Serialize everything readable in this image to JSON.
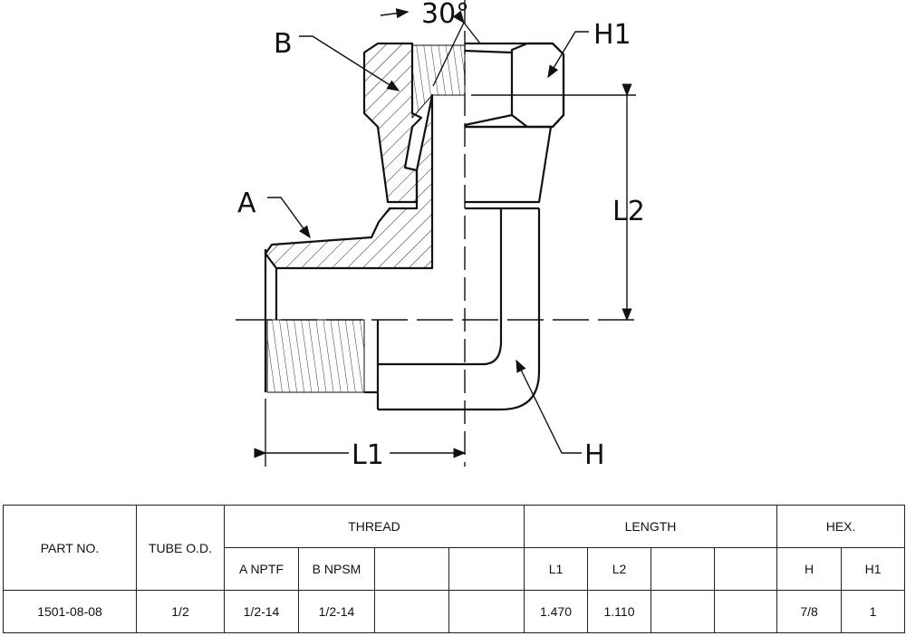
{
  "diagram": {
    "labels": {
      "angle": "30°",
      "b": "B",
      "a": "A",
      "h1": "H1",
      "l2": "L2",
      "l1": "L1",
      "h": "H"
    }
  },
  "table": {
    "headers": {
      "part_no": "PART NO.",
      "tube_od": "TUBE O.D.",
      "thread": "THREAD",
      "length": "LENGTH",
      "hex": "HEX.",
      "a_nptf": "A NPTF",
      "b_npsm": "B NPSM",
      "l1": "L1",
      "l2": "L2",
      "h": "H",
      "h1": "H1"
    },
    "rows": [
      {
        "part_no": "1501-08-08",
        "tube_od": "1/2",
        "a_nptf": "1/2-14",
        "b_npsm": "1/2-14",
        "l1": "1.470",
        "l2": "1.110",
        "h": "7/8",
        "h1": "1"
      }
    ]
  }
}
